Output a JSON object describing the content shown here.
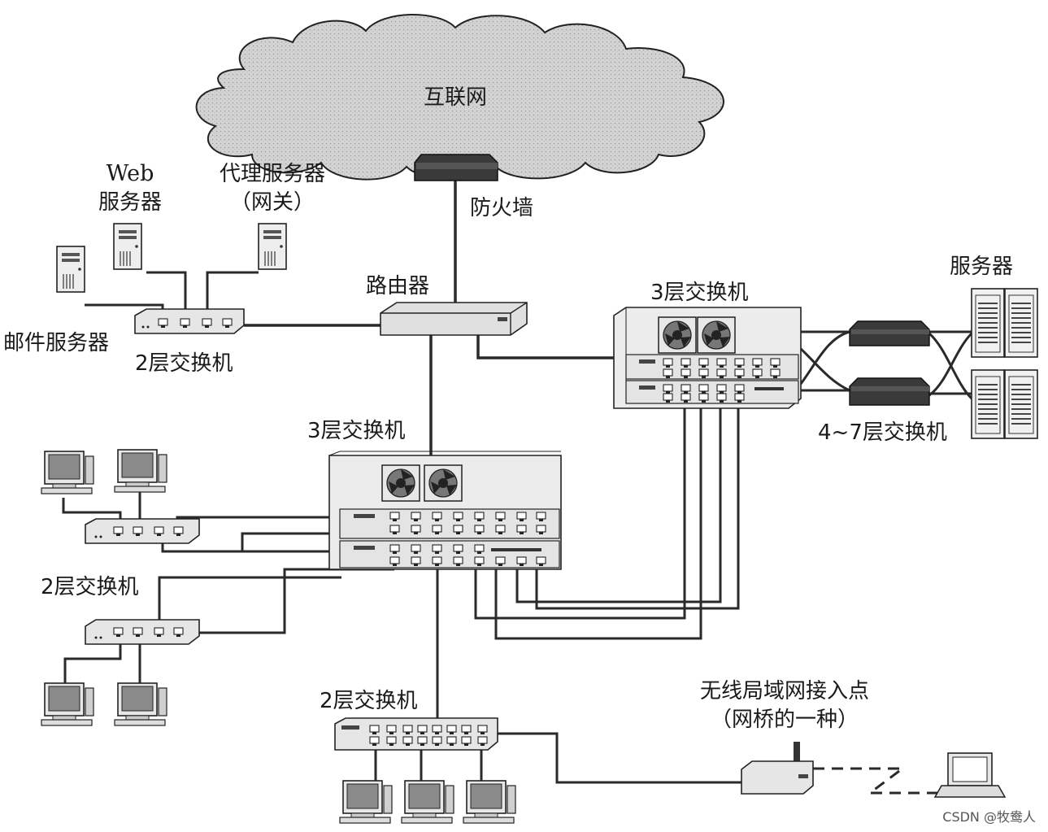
{
  "labels": {
    "internet": "互联网",
    "firewall": "防火墙",
    "web_server_1": "Web",
    "web_server_2": "服务器",
    "proxy_1": "代理服务器",
    "proxy_2": "（网关）",
    "router": "路由器",
    "mail_server": "邮件服务器",
    "l2_switch_top": "2层交换机",
    "l3_switch_right": "3层交换机",
    "servers": "服务器",
    "l47_switch": "4~7层交换机",
    "l3_switch_center": "3层交换机",
    "l2_switch_left": "2层交换机",
    "l2_switch_bottom": "2层交换机",
    "wlan_ap_1": "无线局域网接入点",
    "wlan_ap_2": "（网桥的一种）"
  },
  "watermark": "CSDN @牧鸯人",
  "colors": {
    "cloud_fill": "#d8d8d8",
    "device_fill": "#e6e6e6",
    "dark_device": "#3a3a3a",
    "cable": "#2a2a2a"
  },
  "icons": [
    "cloud-icon",
    "firewall-icon",
    "router-icon",
    "switch-icon",
    "server-tower-icon",
    "rack-server-icon",
    "desktop-pc-icon",
    "laptop-icon",
    "wireless-ap-icon"
  ]
}
